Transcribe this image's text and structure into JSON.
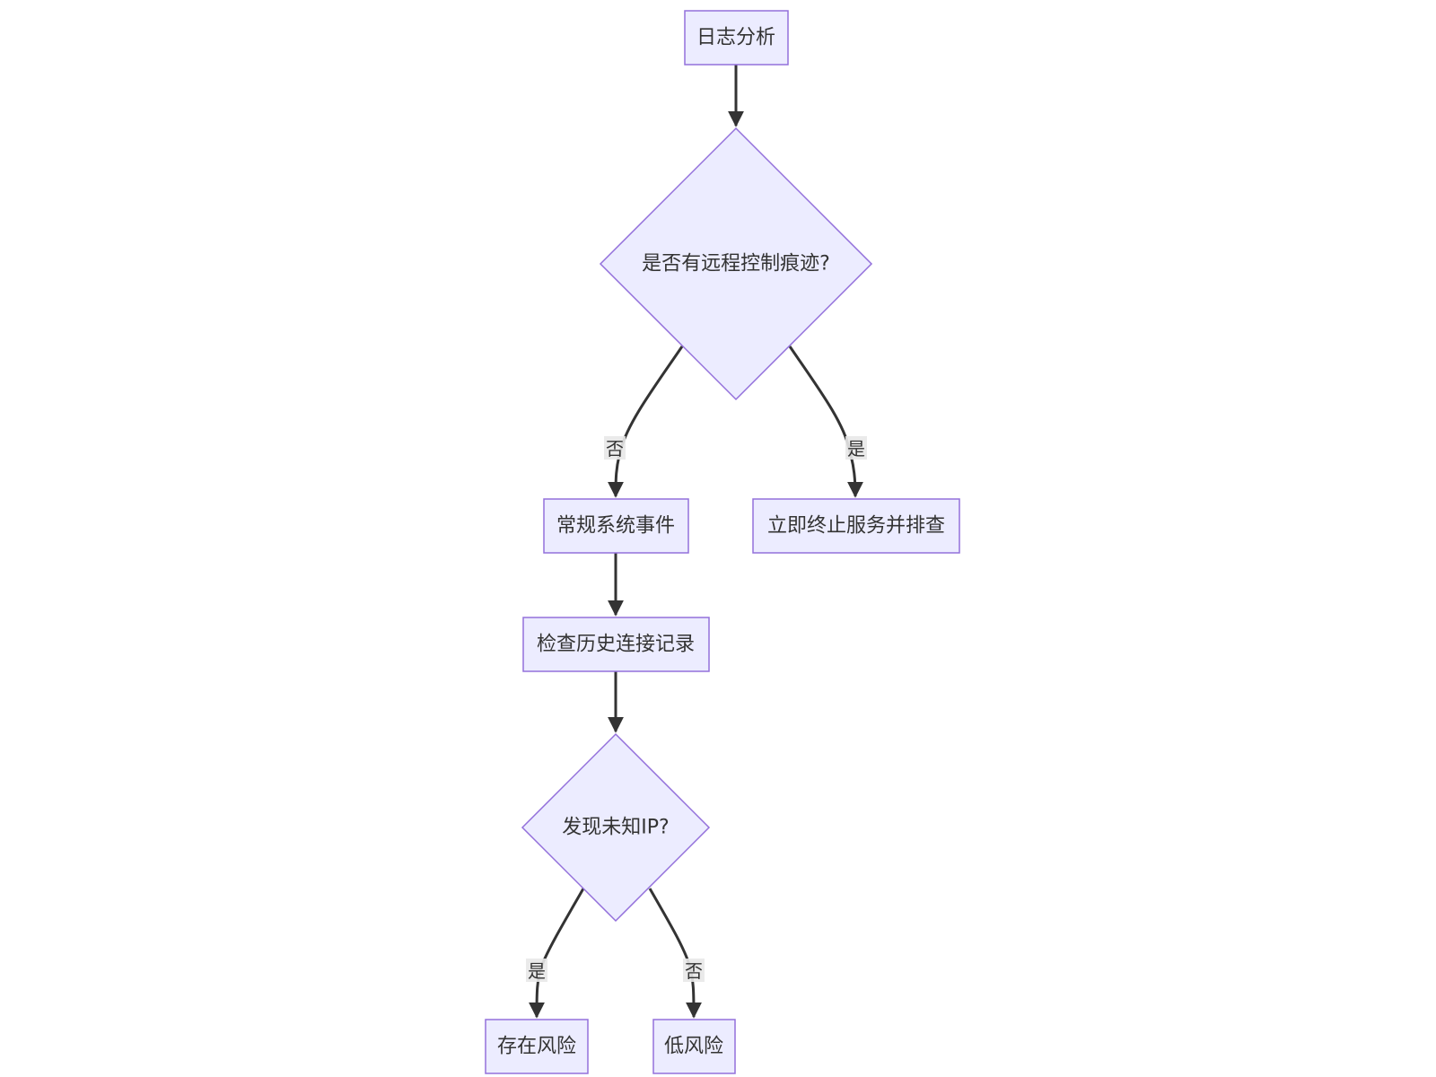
{
  "diagram": {
    "type": "flowchart",
    "colors": {
      "node_fill": "#ECECFF",
      "node_stroke": "#9370DB",
      "edge": "#333333",
      "text": "#333333",
      "label_bg": "#E8E8E8"
    },
    "nodes": {
      "start": "日志分析",
      "decision_remote": "是否有远程控制痕迹?",
      "routine": "常规系统事件",
      "terminate": "立即终止服务并排查",
      "check_history": "检查历史连接记录",
      "decision_ip": "发现未知IP?",
      "risk": "存在风险",
      "low_risk": "低风险"
    },
    "edge_labels": {
      "remote_no": "否",
      "remote_yes": "是",
      "ip_yes": "是",
      "ip_no": "否"
    }
  }
}
